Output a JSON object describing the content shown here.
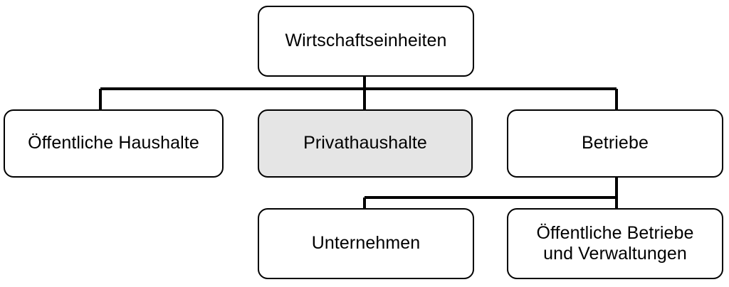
{
  "diagram": {
    "title": "Wirtschaftseinheiten",
    "colors": {
      "background": "#ffffff",
      "stroke": "#000000",
      "node_fill": "#ffffff",
      "highlight_fill": "#e5e5e5",
      "text": "#000000"
    },
    "nodes": {
      "root": {
        "label": "Wirtschaftseinheiten",
        "level": 1,
        "highlighted": false
      },
      "oeffentliche_haushalte": {
        "label": "Öffentliche Haushalte",
        "level": 2,
        "highlighted": false
      },
      "privathaushalte": {
        "label": "Privathaushalte",
        "level": 2,
        "highlighted": true
      },
      "betriebe": {
        "label": "Betriebe",
        "level": 2,
        "highlighted": false
      },
      "unternehmen": {
        "label": "Unternehmen",
        "level": 3,
        "highlighted": false
      },
      "oeffentliche_betriebe": {
        "label": "Öffentliche Betriebe\nund Verwaltungen",
        "level": 3,
        "highlighted": false
      }
    },
    "edges": [
      {
        "from": "root",
        "to": "oeffentliche_haushalte"
      },
      {
        "from": "root",
        "to": "privathaushalte"
      },
      {
        "from": "root",
        "to": "betriebe"
      },
      {
        "from": "betriebe",
        "to": "unternehmen"
      },
      {
        "from": "betriebe",
        "to": "oeffentliche_betriebe"
      }
    ]
  }
}
